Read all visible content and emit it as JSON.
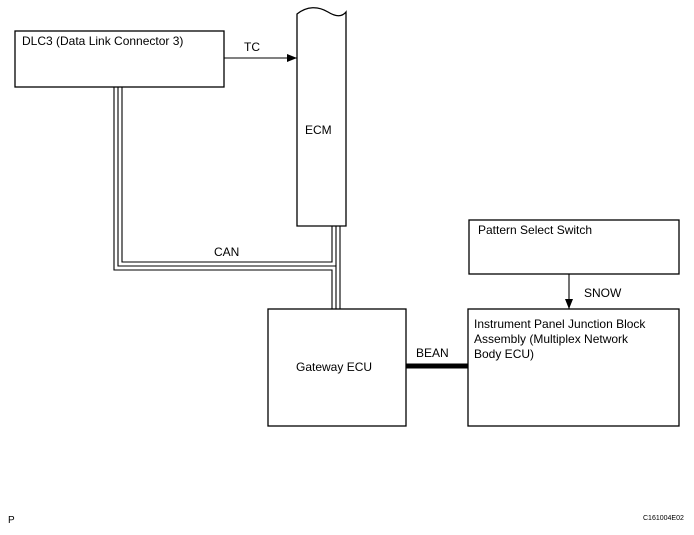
{
  "diagram": {
    "dlc3_label": "DLC3 (Data Link Connector 3)",
    "ecm_label": "ECM",
    "gateway_label": "Gateway ECU",
    "pattern_switch_label": "Pattern Select Switch",
    "junction_block_lines": [
      "Instrument Panel Junction Block",
      "Assembly (Multiplex Network",
      "Body ECU)"
    ],
    "signal_tc": "TC",
    "signal_can": "CAN",
    "signal_snow": "SNOW",
    "signal_bean": "BEAN"
  },
  "footer": {
    "page_marker": "P",
    "figure_code": "C161004E02"
  }
}
